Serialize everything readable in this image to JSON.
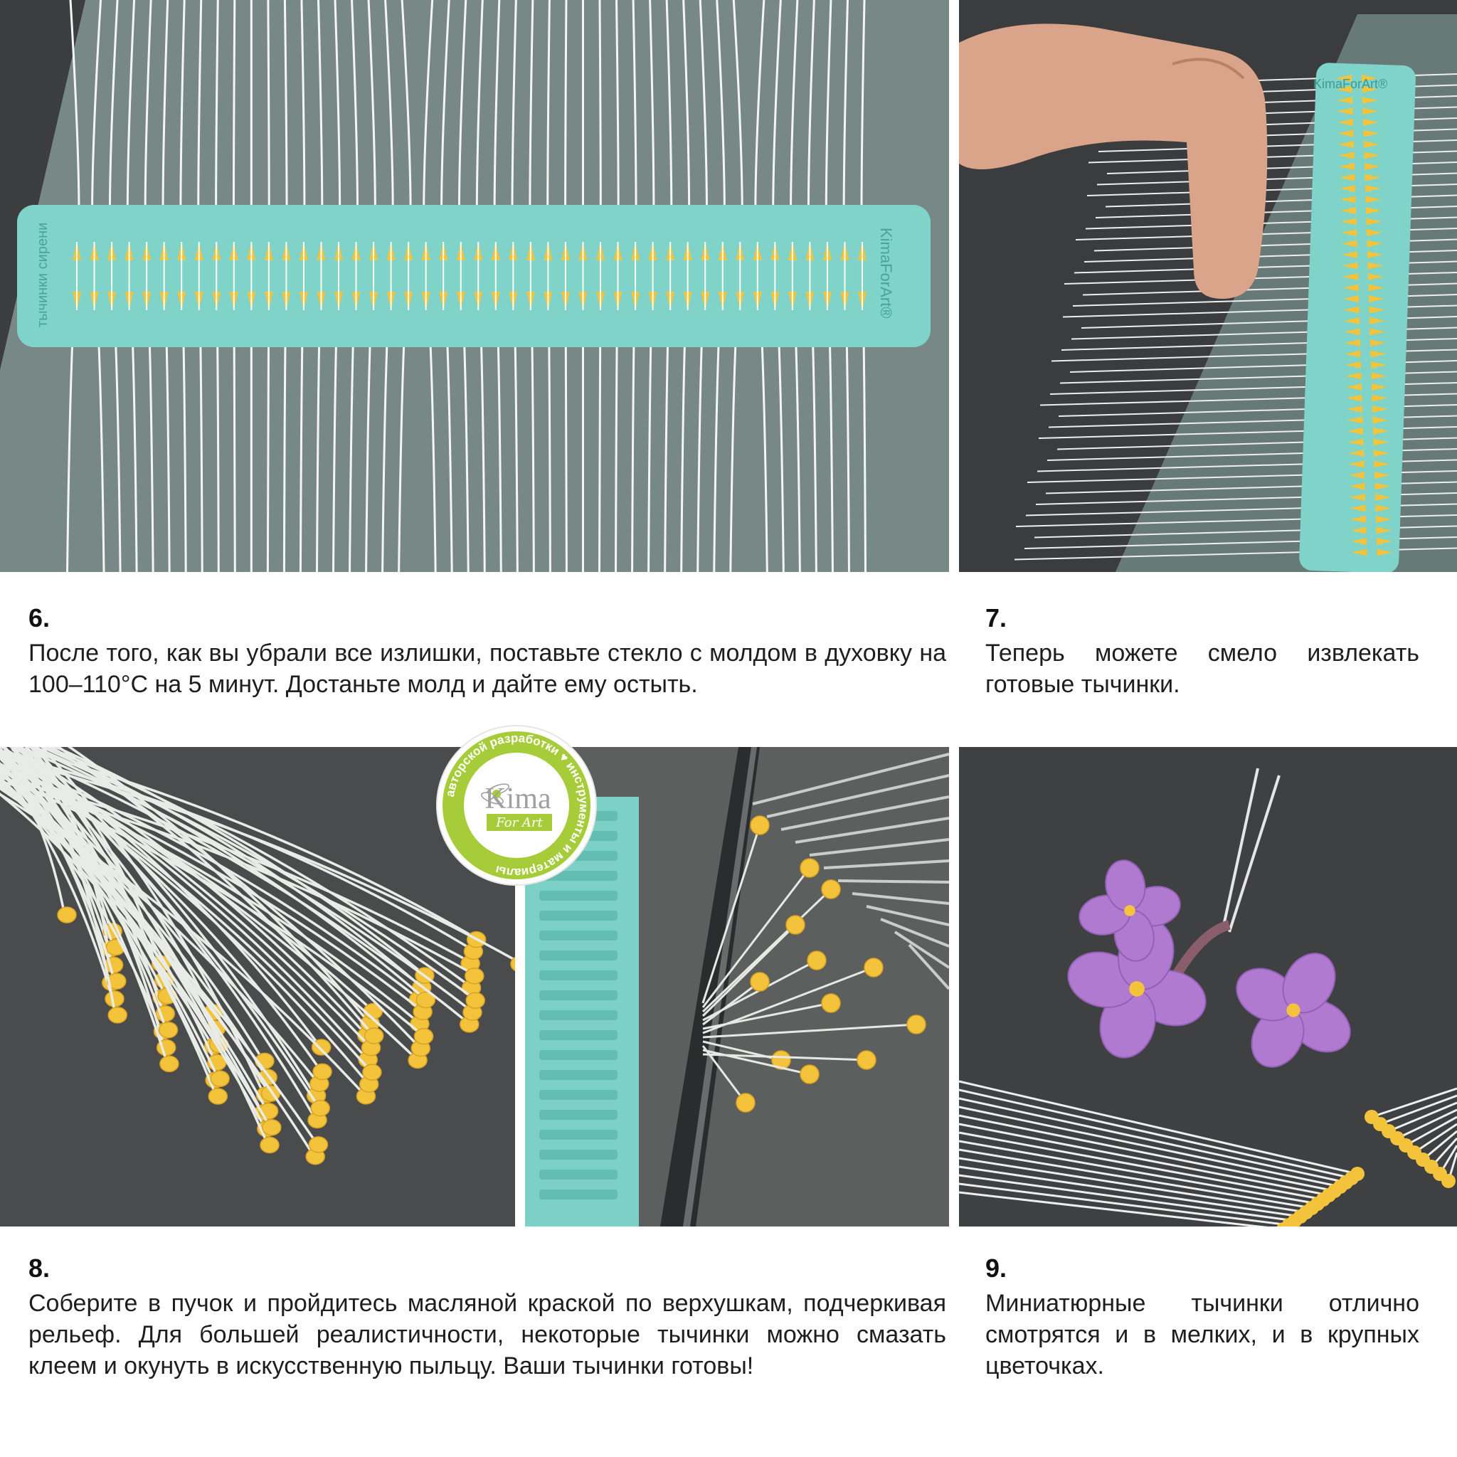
{
  "steps": [
    {
      "number": "6.",
      "text": "После того, как вы убрали все излишки, поставьте стекло с молдом в духовку на 100–110°С на 5 минут. Достаньте молд и дайте ему остыть."
    },
    {
      "number": "7.",
      "text": "Теперь можете смело извлекать готовые тычинки."
    },
    {
      "number": "8.",
      "text": "Соберите в пучок и пройдитесь масляной краской по верхушкам, подчеркивая рельеф. Для большей реалистичности, некоторые тычинки можно смазать клеем и окунуть в искусственную пыльцу. Ваши тычинки готовы!"
    },
    {
      "number": "9.",
      "text": "Миниатюрные тычинки отлично смотрятся и в мелких, и в крупных цветочках."
    }
  ],
  "mold": {
    "brand_label": "KimaForArt®",
    "name_label": "тычинки сирени"
  },
  "logo": {
    "ring_text": "авторской разработки ♥ инструменты и материалы",
    "brand": "Kima",
    "script": "For Art"
  },
  "colors": {
    "mold": "#7fd3c8",
    "stamen": "#f2c33b",
    "logo_green": "#a6cc3a",
    "lilac": "#b07ad0",
    "background": "#3d3e40"
  }
}
